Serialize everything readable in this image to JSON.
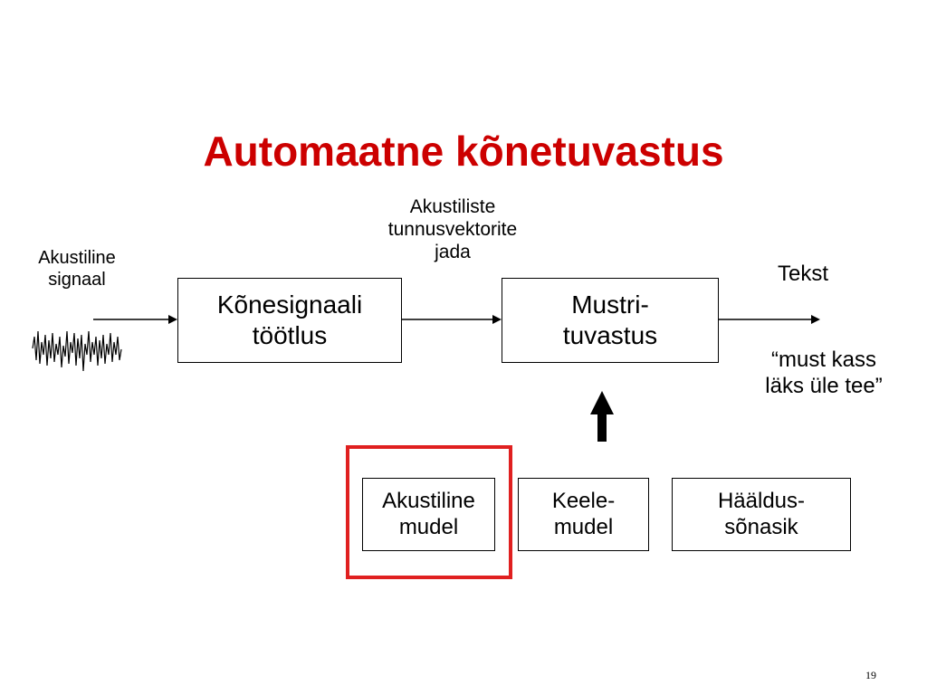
{
  "title": "Automaatne kõnetuvastus",
  "input_label": "Akustiline\nsignaal",
  "feature_label": "Akustiliste\ntunnusvektorite\njada",
  "output_label": "Tekst",
  "output_example": "“must kass\nläks üle tee”",
  "boxes": {
    "signal_processing": "Kõnesignaali\ntöötlus",
    "pattern_recognition": "Mustri-\ntuvastus",
    "acoustic_model": "Akustiline\nmudel",
    "language_model": "Keele-\nmudel",
    "pronunciation_dictionary": "Hääldus-\nsõnasik"
  },
  "page_number": "19",
  "colors": {
    "title": "#cc0000",
    "highlight": "#e02020"
  },
  "icons": {
    "waveform": "waveform-icon"
  }
}
